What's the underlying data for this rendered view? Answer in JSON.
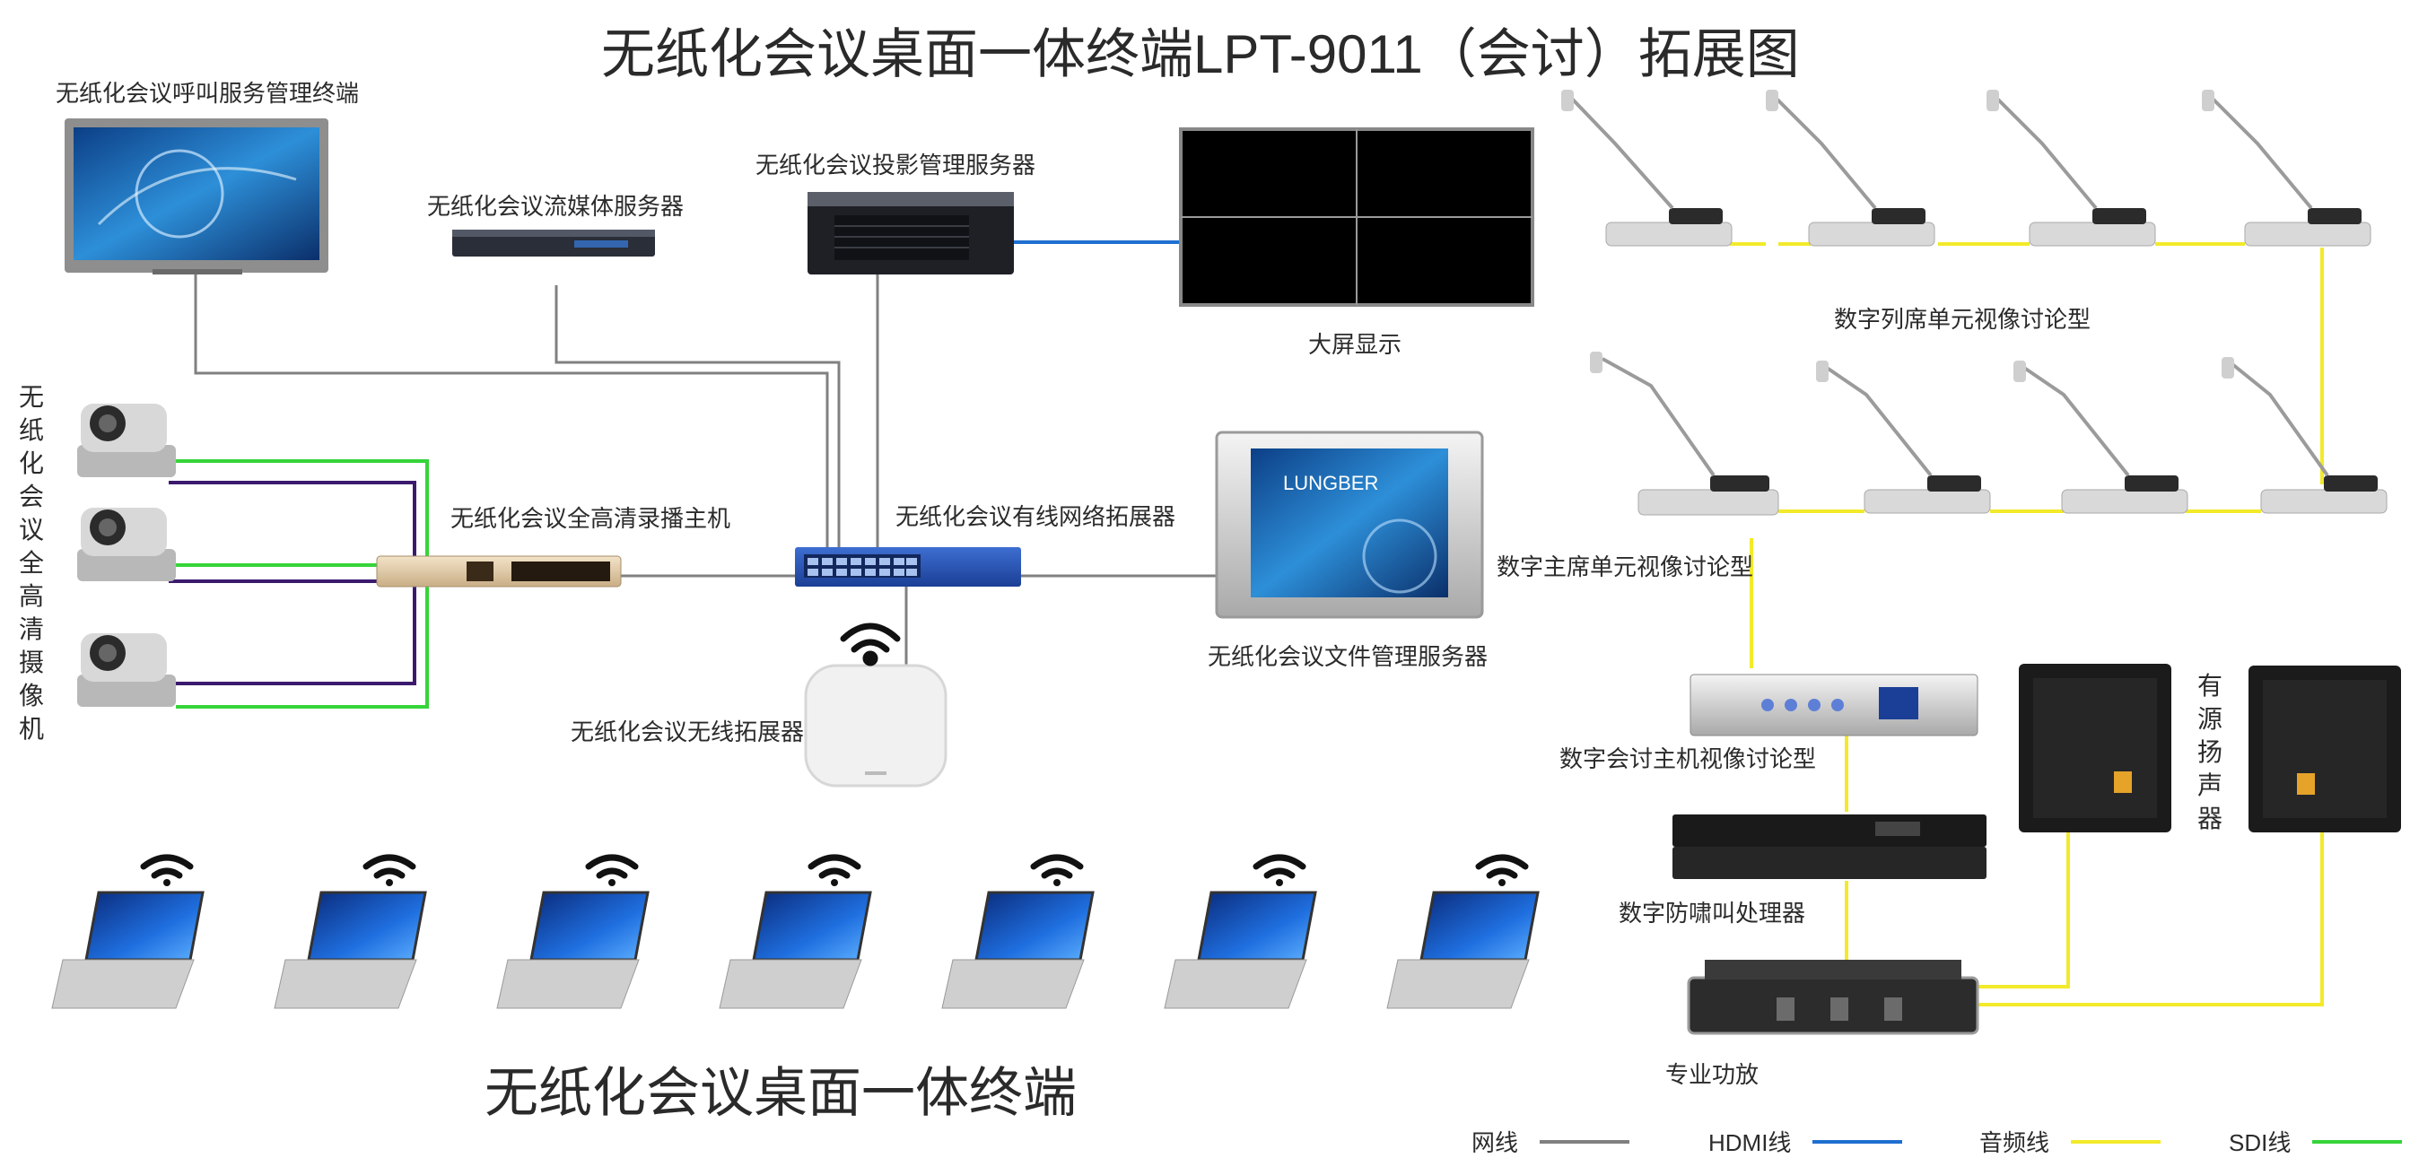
{
  "title": "无纸化会议桌面一体终端LPT-9011（会讨）拓展图",
  "subtitle": "无纸化会议桌面一体终端",
  "labels": {
    "call_terminal": "无纸化会议呼叫服务管理终端",
    "stream_server": "无纸化会议流媒体服务器",
    "projection_server": "无纸化会议投影管理服务器",
    "big_screen": "大屏显示",
    "recorder_host": "无纸化会议全高清录播主机",
    "wired_switch": "无纸化会议有线网络拓展器",
    "file_server": "无纸化会议文件管理服务器",
    "wireless_ap": "无纸化会议无线拓展器",
    "delegate_unit": "数字列席单元视像讨论型",
    "chairman_unit": "数字主席单元视像讨论型",
    "conference_host": "数字会讨主机视像讨论型",
    "feedback_processor": "数字防啸叫处理器",
    "amplifier": "专业功放",
    "camera_vertical": "无纸化会议全高清摄像机",
    "speaker_vertical": "有源扬声器"
  },
  "screen_brand": "LUNGBER",
  "legend": [
    {
      "label": "网线",
      "color": "#808080"
    },
    {
      "label": "HDMI线",
      "color": "#1f6fd0"
    },
    {
      "label": "音频线",
      "color": "#f2ea2a"
    },
    {
      "label": "SDI线",
      "color": "#36d43a"
    }
  ],
  "colors": {
    "network": "#808080",
    "hdmi": "#1f6fd0",
    "audio": "#f2ea2a",
    "sdi": "#36d43a",
    "video": "#3b1a6e"
  },
  "icons": [
    "wifi-icon",
    "camera-icon",
    "microphone-icon",
    "laptop-icon",
    "speaker-icon",
    "server-icon"
  ]
}
